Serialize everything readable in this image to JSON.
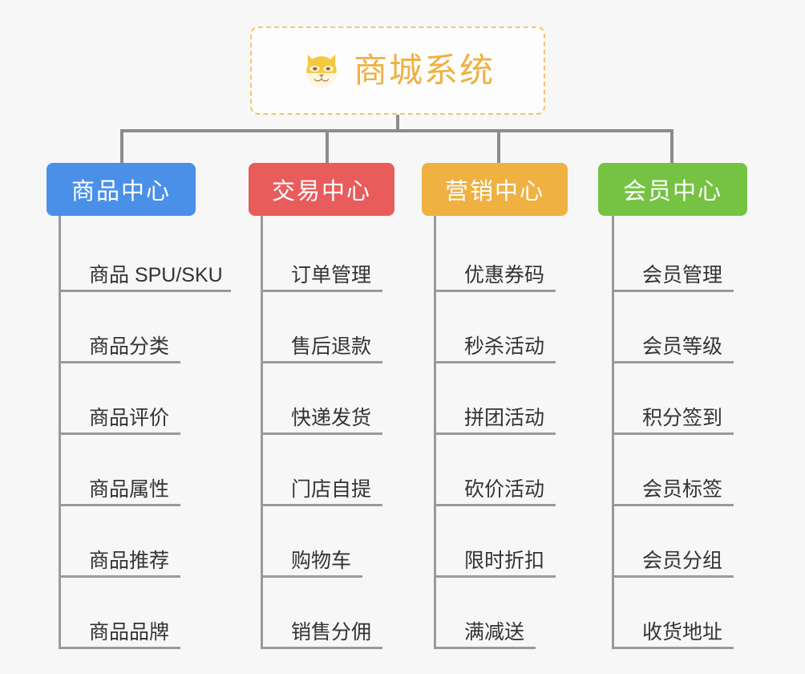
{
  "root": {
    "title": "商城系统",
    "icon": "shiba-dog-icon",
    "border_color": "#f3c36a",
    "text_color": "#eeb142",
    "background": "#fdfdfd"
  },
  "canvas": {
    "background": "#f7f7f7",
    "connector_color": "#8c8c8c"
  },
  "columns": [
    {
      "title": "商品中心",
      "color": "#4a90e8",
      "items": [
        "商品 SPU/SKU",
        "商品分类",
        "商品评价",
        "商品属性",
        "商品推荐",
        "商品品牌"
      ]
    },
    {
      "title": "交易中心",
      "color": "#e85c5c",
      "items": [
        "订单管理",
        "售后退款",
        "快递发货",
        "门店自提",
        "购物车",
        "销售分佣"
      ]
    },
    {
      "title": "营销中心",
      "color": "#eeb142",
      "items": [
        "优惠券码",
        "秒杀活动",
        "拼团活动",
        "砍价活动",
        "限时折扣",
        "满减送"
      ]
    },
    {
      "title": "会员中心",
      "color": "#76c344",
      "items": [
        "会员管理",
        "会员等级",
        "积分签到",
        "会员标签",
        "会员分组",
        "收货地址"
      ]
    }
  ]
}
